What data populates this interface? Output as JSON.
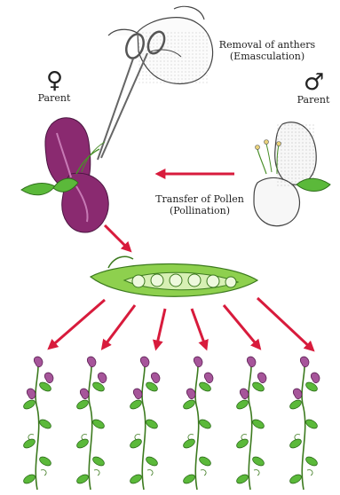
{
  "labels": {
    "emasculation_line1": "Removal of anthers",
    "emasculation_line2": "(Emasculation)",
    "pollination_line1": "Transfer of Pollen",
    "pollination_line2": "(Pollination)",
    "female_parent": "Parent",
    "male_parent": "Parent"
  },
  "symbols": {
    "female": "♀",
    "male": "♂"
  },
  "colors": {
    "arrow": "#d81b3c",
    "female_flower": "#8a2a70",
    "male_flower": "#f7f7f7",
    "leaf": "#5bb93a",
    "pod": "#8ed04e",
    "offspring_flower": "#a6559a"
  }
}
